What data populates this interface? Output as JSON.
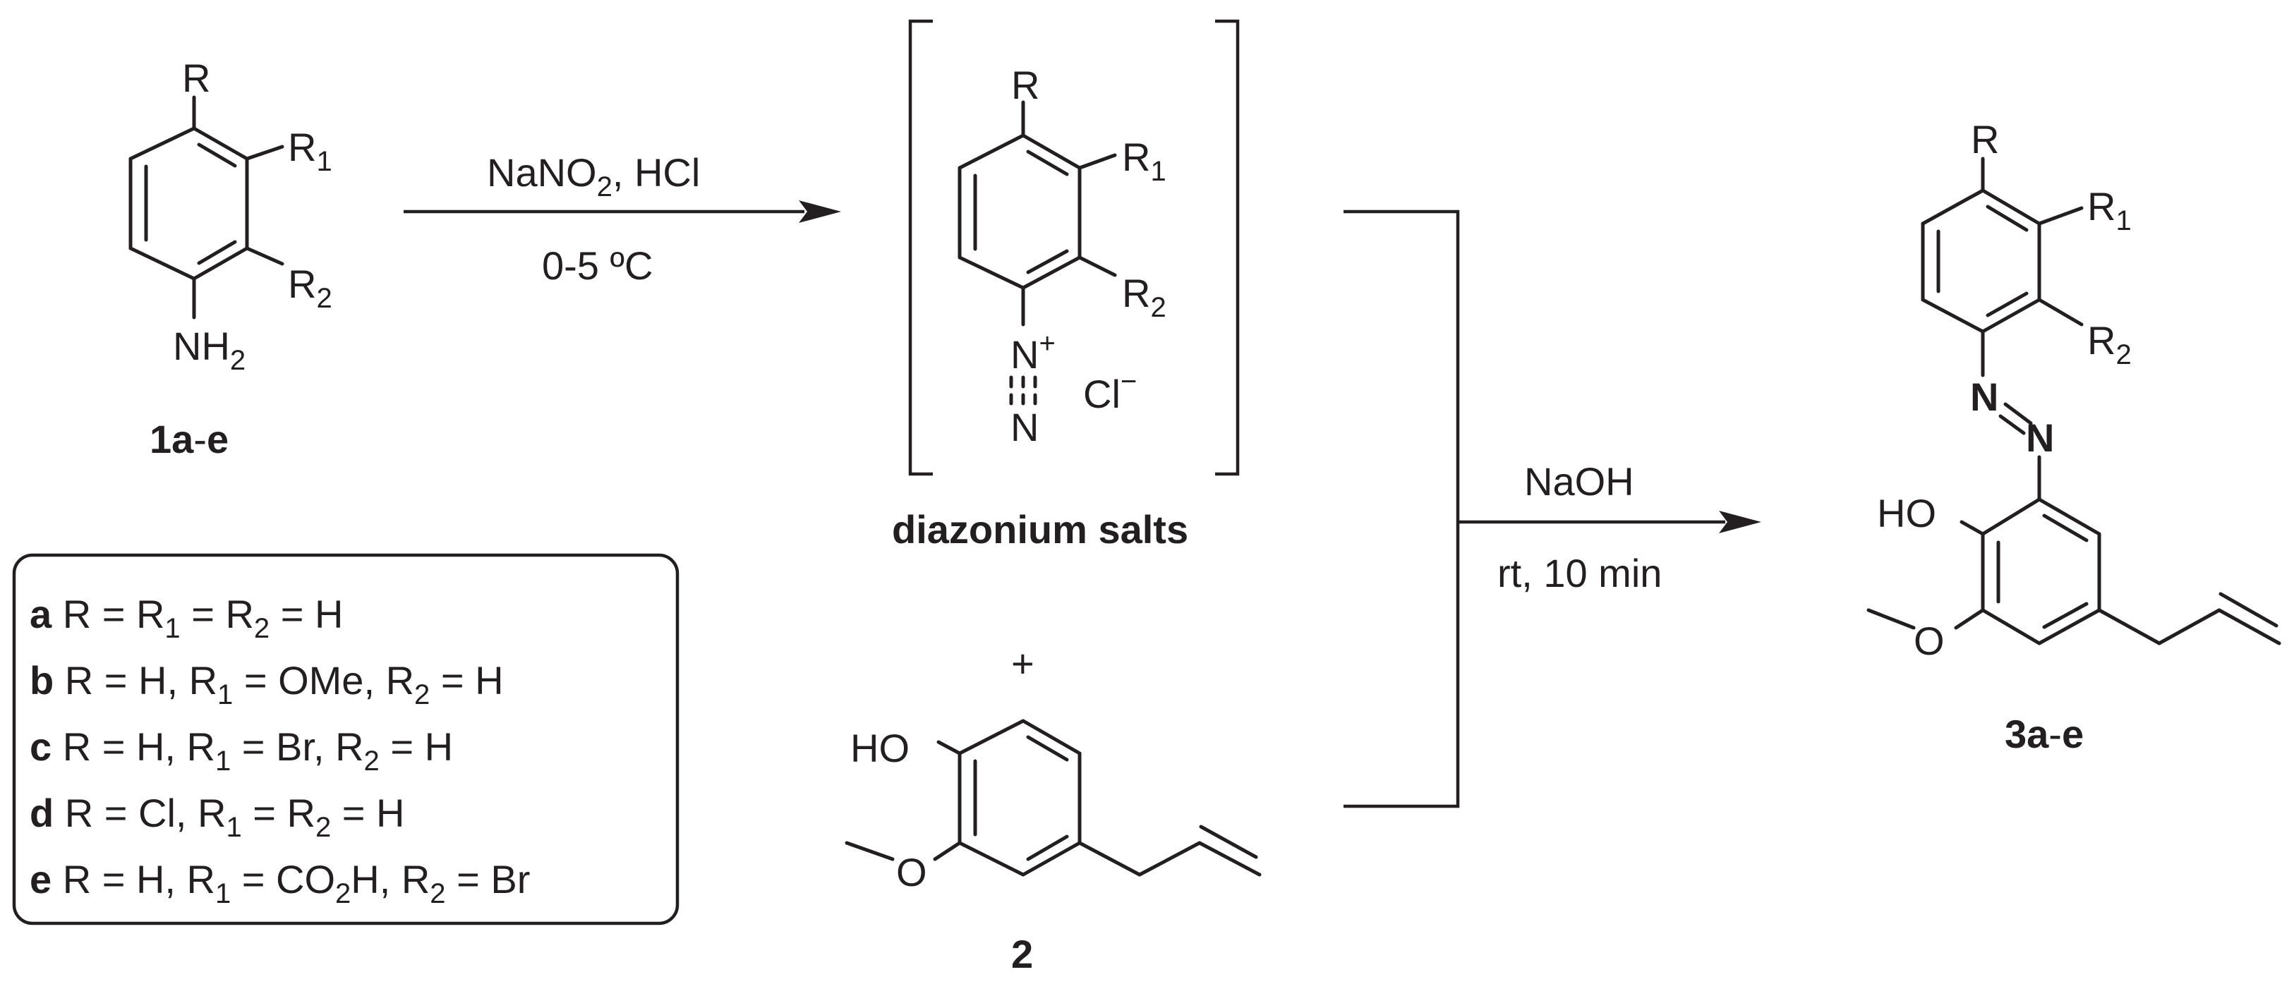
{
  "reagents": {
    "step1_top": [
      "NaNO",
      "2",
      ", HCl"
    ],
    "step1_bottom": "0-5 ºC",
    "step2_top": "NaOH",
    "step2_bottom": "rt, 10 min",
    "plus": "+"
  },
  "compound_1": {
    "atoms": {
      "R": "R",
      "R1": [
        "R",
        "1"
      ],
      "R2": [
        "R",
        "2"
      ],
      "NH2": [
        "NH",
        "2"
      ]
    },
    "label": [
      "1a",
      "-",
      "e"
    ]
  },
  "diazonium": {
    "atoms": {
      "R": "R",
      "R1": [
        "R",
        "1"
      ],
      "R2": [
        "R",
        "2"
      ],
      "N1": "N",
      "N1_charge": "+",
      "N2": "N",
      "Cl": "Cl",
      "Cl_charge": "−"
    },
    "label": "diazonium salts"
  },
  "compound_2": {
    "atoms": {
      "HO": "HO",
      "O": "O"
    },
    "label": "2"
  },
  "product": {
    "atoms": {
      "R": "R",
      "R1": [
        "R",
        "1"
      ],
      "R2": [
        "R",
        "2"
      ],
      "N1": "N",
      "N2": "N",
      "HO": "HO",
      "O": "O"
    },
    "label": [
      "3a",
      "-",
      "e"
    ]
  },
  "substituents": [
    {
      "letter": "a",
      "parts": [
        [
          "t",
          "R = R"
        ],
        [
          "s",
          "1"
        ],
        [
          "t",
          " = R"
        ],
        [
          "s",
          "2"
        ],
        [
          "t",
          " = H"
        ]
      ]
    },
    {
      "letter": "b",
      "parts": [
        [
          "t",
          "R = H, R"
        ],
        [
          "s",
          "1"
        ],
        [
          "t",
          " = OMe, R"
        ],
        [
          "s",
          "2"
        ],
        [
          "t",
          " = H"
        ]
      ]
    },
    {
      "letter": "c",
      "parts": [
        [
          "t",
          "R = H, R"
        ],
        [
          "s",
          "1"
        ],
        [
          "t",
          " = Br,  R"
        ],
        [
          "s",
          "2"
        ],
        [
          "t",
          " = H"
        ]
      ]
    },
    {
      "letter": "d",
      "parts": [
        [
          "t",
          "R = Cl, R"
        ],
        [
          "s",
          "1"
        ],
        [
          "t",
          " = R"
        ],
        [
          "s",
          "2"
        ],
        [
          "t",
          " = H"
        ]
      ]
    },
    {
      "letter": "e",
      "parts": [
        [
          "t",
          "R = H, R"
        ],
        [
          "s",
          "1"
        ],
        [
          "t",
          " = CO"
        ],
        [
          "s",
          "2"
        ],
        [
          "t",
          "H, R"
        ],
        [
          "s",
          "2"
        ],
        [
          "t",
          " = Br"
        ]
      ]
    }
  ]
}
